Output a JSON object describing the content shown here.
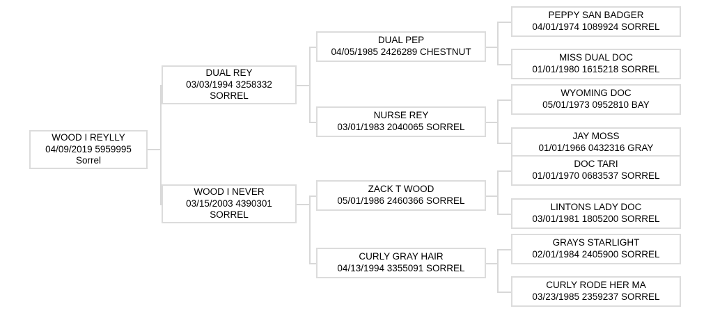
{
  "chart_data": {
    "type": "diagram",
    "title": "WOOD I REYLLY Pedigree",
    "diagram_kind": "pedigree-tree",
    "generations": 4,
    "node_count": 15
  },
  "pedigree": {
    "subject": {
      "name": "WOOD I REYLLY",
      "line2": "04/09/2019 5959995",
      "line3": "Sorrel",
      "birth_date": "04/09/2019",
      "registration": "5959995",
      "color": "Sorrel"
    },
    "generation2": [
      {
        "name": "DUAL REY",
        "line2": "03/03/1994 3258332",
        "line3": "SORREL",
        "birth_date": "03/03/1994",
        "registration": "3258332",
        "color": "SORREL"
      },
      {
        "name": "WOOD I NEVER",
        "line2": "03/15/2003 4390301",
        "line3": "SORREL",
        "birth_date": "03/15/2003",
        "registration": "4390301",
        "color": "SORREL"
      }
    ],
    "generation3": [
      {
        "name": "DUAL PEP",
        "line2": "04/05/1985 2426289 CHESTNUT",
        "birth_date": "04/05/1985",
        "registration": "2426289",
        "color": "CHESTNUT"
      },
      {
        "name": "NURSE REY",
        "line2": "03/01/1983 2040065 SORREL",
        "birth_date": "03/01/1983",
        "registration": "2040065",
        "color": "SORREL"
      },
      {
        "name": "ZACK T WOOD",
        "line2": "05/01/1986 2460366 SORREL",
        "birth_date": "05/01/1986",
        "registration": "2460366",
        "color": "SORREL"
      },
      {
        "name": "CURLY GRAY HAIR",
        "line2": "04/13/1994 3355091 SORREL",
        "birth_date": "04/13/1994",
        "registration": "3355091",
        "color": "SORREL"
      }
    ],
    "generation4": [
      {
        "name": "PEPPY SAN BADGER",
        "line2": "04/01/1974 1089924 SORREL",
        "birth_date": "04/01/1974",
        "registration": "1089924",
        "color": "SORREL"
      },
      {
        "name": "MISS DUAL DOC",
        "line2": "01/01/1980 1615218 SORREL",
        "birth_date": "01/01/1980",
        "registration": "1615218",
        "color": "SORREL"
      },
      {
        "name": "WYOMING DOC",
        "line2": "05/01/1973 0952810 BAY",
        "birth_date": "05/01/1973",
        "registration": "0952810",
        "color": "BAY"
      },
      {
        "name": "JAY MOSS",
        "line2": "01/01/1966 0432316 GRAY",
        "birth_date": "01/01/1966",
        "registration": "0432316",
        "color": "GRAY"
      },
      {
        "name": "DOC TARI",
        "line2": "01/01/1970 0683537 SORREL",
        "birth_date": "01/01/1970",
        "registration": "0683537",
        "color": "SORREL"
      },
      {
        "name": "LINTONS LADY DOC",
        "line2": "03/01/1981 1805200 SORREL",
        "birth_date": "03/01/1981",
        "registration": "1805200",
        "color": "SORREL"
      },
      {
        "name": "GRAYS STARLIGHT",
        "line2": "02/01/1984 2405900 SORREL",
        "birth_date": "02/01/1984",
        "registration": "2405900",
        "color": "SORREL"
      },
      {
        "name": "CURLY RODE HER MA",
        "line2": "03/23/1985 2359237 SORREL",
        "birth_date": "03/23/1985",
        "registration": "2359237",
        "color": "SORREL"
      }
    ]
  },
  "colors": {
    "box_border": "#dcdcdc",
    "connector": "#d8d8d8",
    "background": "#ffffff",
    "text": "#000000"
  }
}
